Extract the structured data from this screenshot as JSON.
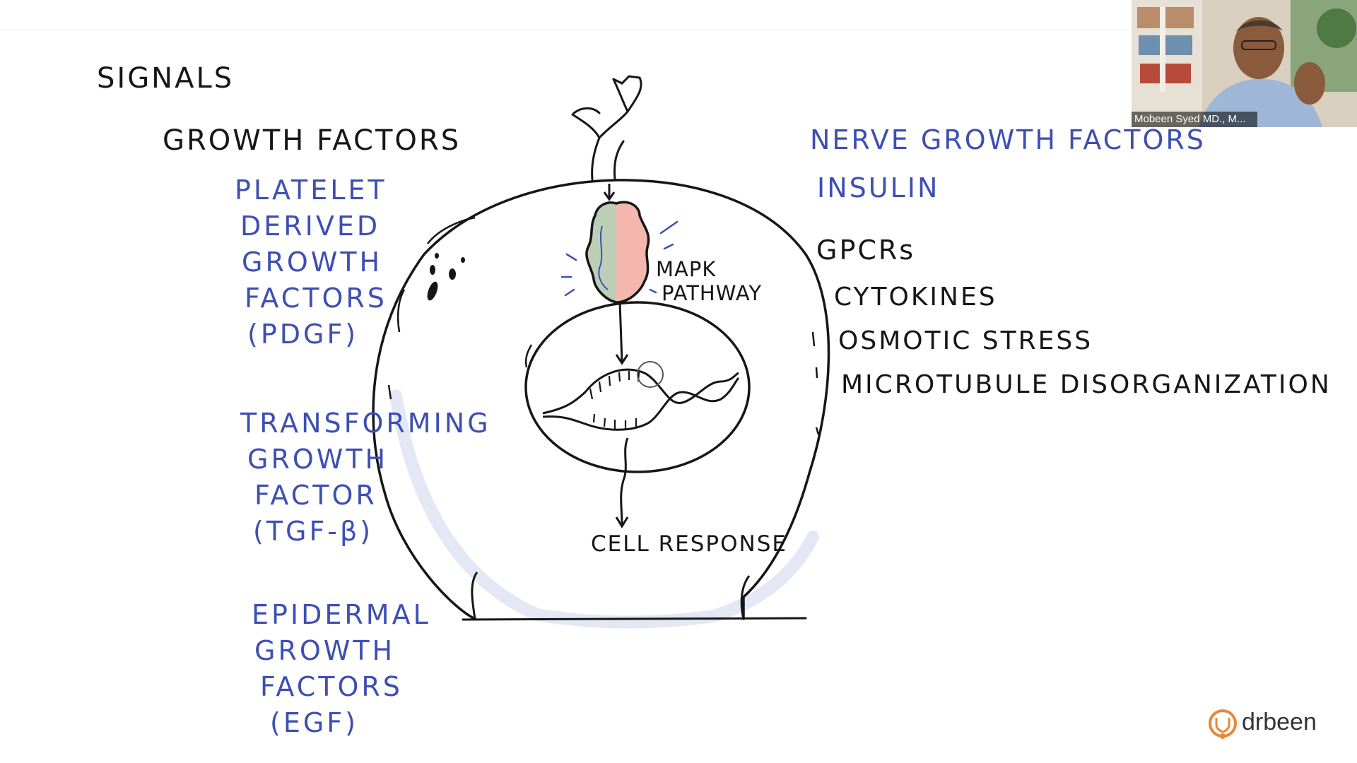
{
  "colors": {
    "ink": "#161616",
    "blue_ink": "#3d4fb3",
    "nucleus_green": "#bccfb6",
    "nucleus_pink": "#f4b7ae",
    "logo_orange": "#e8883a"
  },
  "signals_title": "SIGNALS",
  "growth_factors_heading": "GROWTH FACTORS",
  "left_items": [
    [
      "PLATELET",
      "DERIVED",
      "GROWTH",
      "FACTORS",
      "(PDGF)"
    ],
    [
      "TRANSFORMING",
      "GROWTH",
      "FACTOR",
      "(TGF-β)"
    ],
    [
      "EPIDERMAL",
      "GROWTH",
      "FACTORS",
      "(EGF)"
    ]
  ],
  "right_blue_items": [
    "NERVE GROWTH FACTORS",
    "INSULIN"
  ],
  "right_black_heading": "GPCRs",
  "right_black_items": [
    "CYTOKINES",
    "OSMOTIC STRESS",
    "MICROTUBULE DISORGANIZATION"
  ],
  "diagram": {
    "pathway_label": [
      "MAPK",
      "PATHWAY"
    ],
    "response_label": "CELL RESPONSE"
  },
  "video": {
    "name_label": "Mobeen Syed MD., M..."
  },
  "logo": {
    "text": "drbeen",
    "icon": "stethoscope-icon"
  }
}
